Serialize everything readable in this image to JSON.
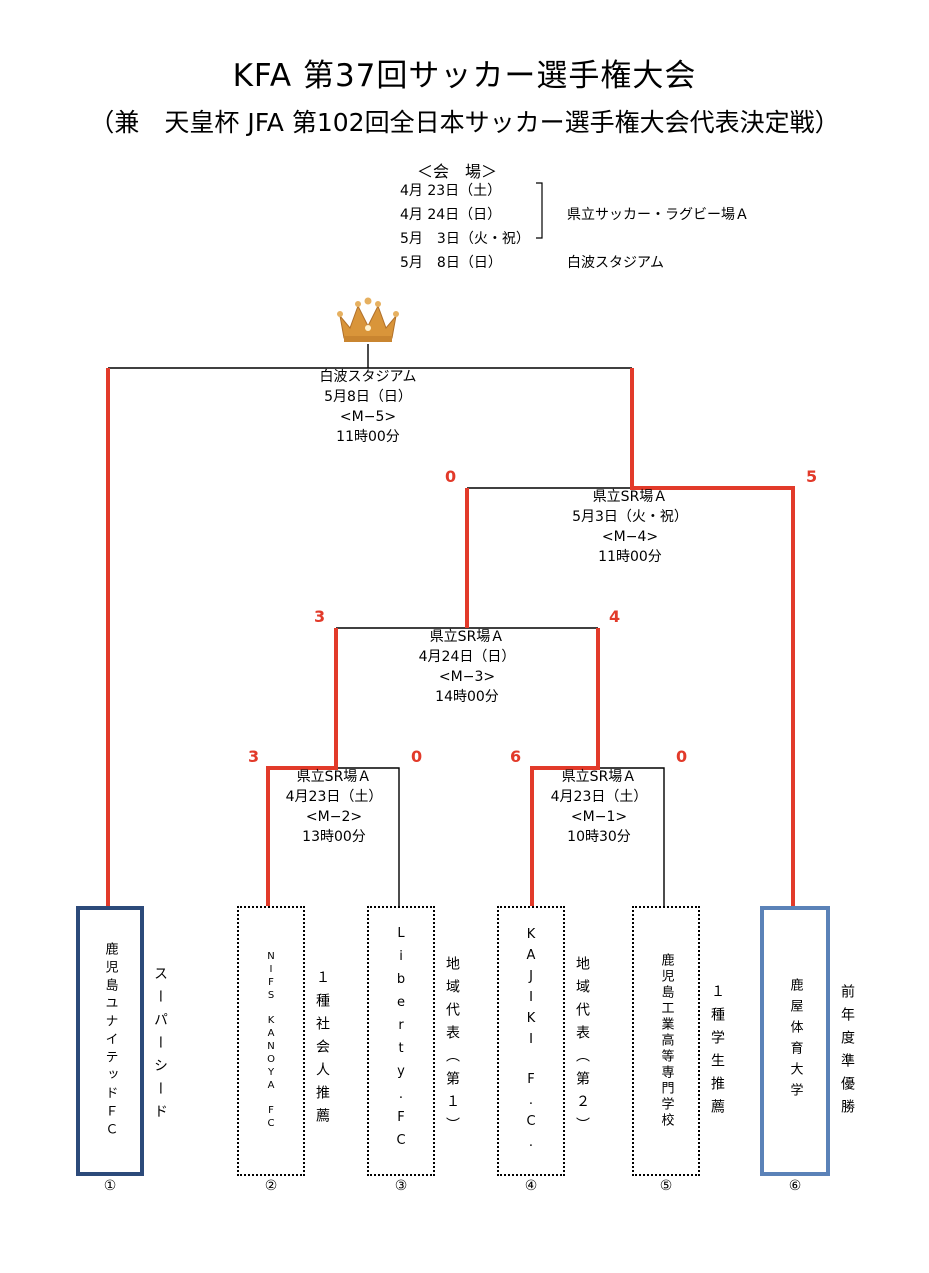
{
  "title": "KFA 第37回サッカー選手権大会",
  "subtitle": "（兼　天皇杯 JFA 第102回全日本サッカー選手権大会代表決定戦）",
  "venue": {
    "header": "＜会　場＞",
    "rows": [
      {
        "date": "4月 23日（土）",
        "place": ""
      },
      {
        "date": "4月 24日（日）",
        "place": "県立サッカー・ラグビー場Ａ"
      },
      {
        "date": "5月　3日（火・祝）",
        "place": ""
      },
      {
        "date": "5月　8日（日）",
        "place": "白波スタジアム"
      }
    ]
  },
  "matches": {
    "m5": {
      "venue": "白波スタジアム",
      "date": "5月8日（日）",
      "code": "<M−5>",
      "time": "11時00分"
    },
    "m4": {
      "venue": "県立SR場Ａ",
      "date": "5月3日（火・祝）",
      "code": "<M−4>",
      "time": "11時00分"
    },
    "m3": {
      "venue": "県立SR場Ａ",
      "date": "4月24日（日）",
      "code": "<M−3>",
      "time": "14時00分"
    },
    "m2": {
      "venue": "県立SR場Ａ",
      "date": "4月23日（土）",
      "code": "<M−2>",
      "time": "13時00分"
    },
    "m1": {
      "venue": "県立SR場Ａ",
      "date": "4月23日（土）",
      "code": "<M−1>",
      "time": "10時30分"
    }
  },
  "scores": {
    "m4_left": "0",
    "m4_right": "5",
    "m3_left": "3",
    "m3_right": "4",
    "m2_left": "3",
    "m2_right": "0",
    "m1_left": "6",
    "m1_right": "0"
  },
  "teams": [
    {
      "num": "①",
      "name": "鹿児島ユナイテッドＦＣ",
      "note": "スーパーシード"
    },
    {
      "num": "②",
      "name": "NIFS　KANOYA　FC",
      "note": "１種社会人推薦"
    },
    {
      "num": "③",
      "name": "Liberty.FC",
      "note": "地域代表（第１）"
    },
    {
      "num": "④",
      "name": "KAJIKI　F.C.",
      "note": "地域代表（第２）"
    },
    {
      "num": "⑤",
      "name": "鹿児島工業高等専門学校",
      "note": "１種学生推薦"
    },
    {
      "num": "⑥",
      "name": "鹿屋体育大学",
      "note": "前年度準優勝"
    }
  ],
  "colors": {
    "winner_line": "#e23a2a",
    "line": "#000000",
    "seed_box": "#2c4a7a",
    "prev_box": "#5b82b8",
    "trophy": "#d9953a"
  },
  "icons": {
    "trophy": "crown-icon"
  }
}
